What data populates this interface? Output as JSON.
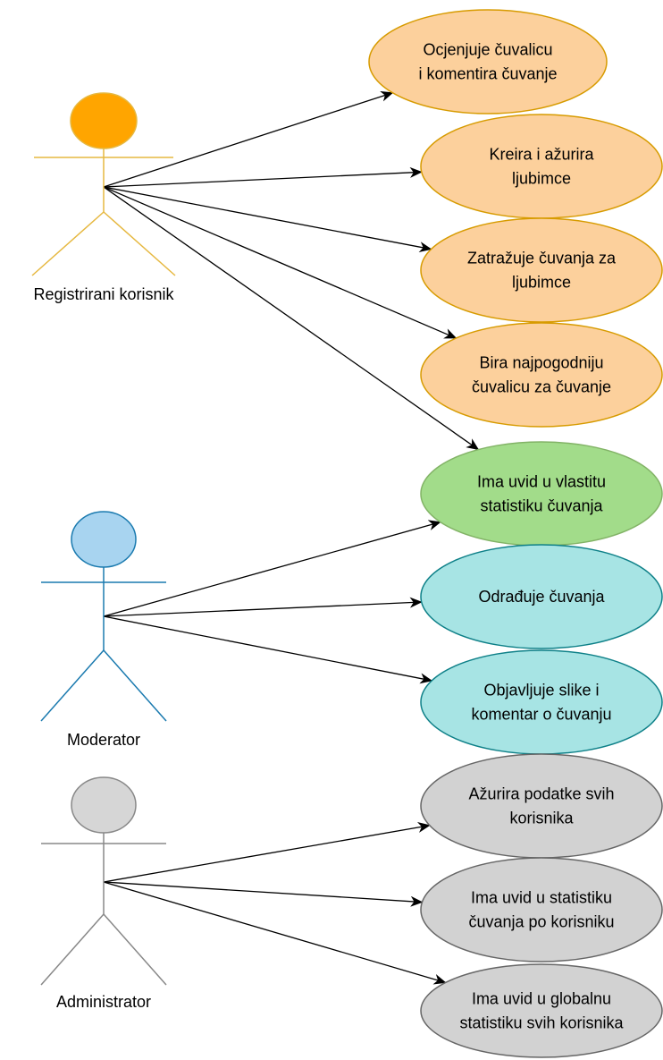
{
  "colors": {
    "orange_fill": "#fcd09c",
    "orange_stroke": "#d79b00",
    "green_fill": "#a2dc8a",
    "green_stroke": "#82b366",
    "cyan_fill": "#a7e4e4",
    "cyan_stroke": "#0e8088",
    "gray_fill": "#d2d2d2",
    "gray_stroke": "#666666",
    "reg_head": "#ffa500",
    "reg_line": "#e6b840",
    "mod_head": "#a8d4f0",
    "mod_line": "#1a7aaf",
    "adm_head": "#d6d6d6",
    "adm_line": "#888888",
    "arrow": "#000000"
  },
  "actors": [
    {
      "id": "registered",
      "label": "Registrirani korisnik",
      "head_color_key": "reg_head",
      "line_color_key": "reg_line"
    },
    {
      "id": "moderator",
      "label": "Moderator",
      "head_color_key": "mod_head",
      "line_color_key": "mod_line"
    },
    {
      "id": "admin",
      "label": "Administrator",
      "head_color_key": "adm_head",
      "line_color_key": "adm_line"
    }
  ],
  "use_cases": [
    {
      "id": "uc1",
      "lines": [
        "Ocjenjuje čuvalicu",
        "i komentira čuvanje"
      ],
      "style": "orange"
    },
    {
      "id": "uc2",
      "lines": [
        "Kreira i ažurira",
        "ljubimce"
      ],
      "style": "orange"
    },
    {
      "id": "uc3",
      "lines": [
        "Zatražuje čuvanja za",
        "ljubimce"
      ],
      "style": "orange"
    },
    {
      "id": "uc4",
      "lines": [
        "Bira najpogodniju",
        "čuvalicu za čuvanje"
      ],
      "style": "orange"
    },
    {
      "id": "uc5",
      "lines": [
        "Ima uvid u vlastitu",
        "statistiku čuvanja"
      ],
      "style": "green"
    },
    {
      "id": "uc6",
      "lines": [
        "Odrađuje čuvanja"
      ],
      "style": "cyan"
    },
    {
      "id": "uc7",
      "lines": [
        "Objavljuje slike i",
        "komentar o čuvanju"
      ],
      "style": "cyan"
    },
    {
      "id": "uc8",
      "lines": [
        "Ažurira podatke svih",
        "korisnika"
      ],
      "style": "gray"
    },
    {
      "id": "uc9",
      "lines": [
        "Ima uvid u statistiku",
        "čuvanja po korisniku"
      ],
      "style": "gray"
    },
    {
      "id": "uc10",
      "lines": [
        "Ima uvid u globalnu",
        "statistiku svih korisnika"
      ],
      "style": "gray"
    }
  ],
  "associations": [
    {
      "from": "registered",
      "to": "uc1"
    },
    {
      "from": "registered",
      "to": "uc2"
    },
    {
      "from": "registered",
      "to": "uc3"
    },
    {
      "from": "registered",
      "to": "uc4"
    },
    {
      "from": "registered",
      "to": "uc5"
    },
    {
      "from": "moderator",
      "to": "uc5"
    },
    {
      "from": "moderator",
      "to": "uc6"
    },
    {
      "from": "moderator",
      "to": "uc7"
    },
    {
      "from": "admin",
      "to": "uc8"
    },
    {
      "from": "admin",
      "to": "uc9"
    },
    {
      "from": "admin",
      "to": "uc10"
    }
  ]
}
